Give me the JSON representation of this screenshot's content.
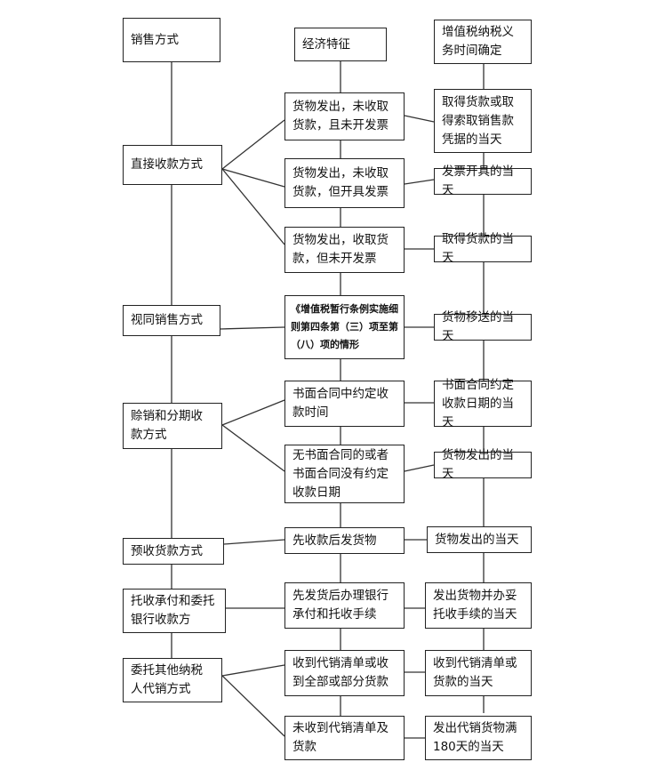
{
  "headers": {
    "col1": "销售方式",
    "col2": "经济特征",
    "col3": "增值税纳税义务时间确定"
  },
  "methods": [
    "直接收款方式",
    "视同销售方式",
    "赊销和分期收款方式",
    "预收货款方式",
    "托收承付和委托银行收款方",
    "委托其他纳税人代销方式"
  ],
  "features": [
    "货物发出，未收取货款，且未开发票",
    "货物发出，未收取货款，但开具发票",
    "货物发出，收取货款，但未开发票",
    "《增值税暂行条例实施细则第四条第（三）项至第（八）项的情形",
    "书面合同中约定收款时间",
    "无书面合同的或者书面合同没有约定收款日期",
    "先收款后发货物",
    "先发货后办理银行承付和托收手续",
    "收到代销清单或收到全部或部分货款",
    "未收到代销清单及货款"
  ],
  "timings": [
    "取得货款或取得索取销售款凭据的当天",
    "发票开具的当天",
    "取得货款的当天",
    "货物移送的当天",
    "书面合同约定收款日期的当天",
    "货物发出的当天",
    "货物发出的当天",
    "发出货物并办妥托收手续的当天",
    "收到代销清单或货款的当天",
    "发出代销货物满180天的当天"
  ]
}
